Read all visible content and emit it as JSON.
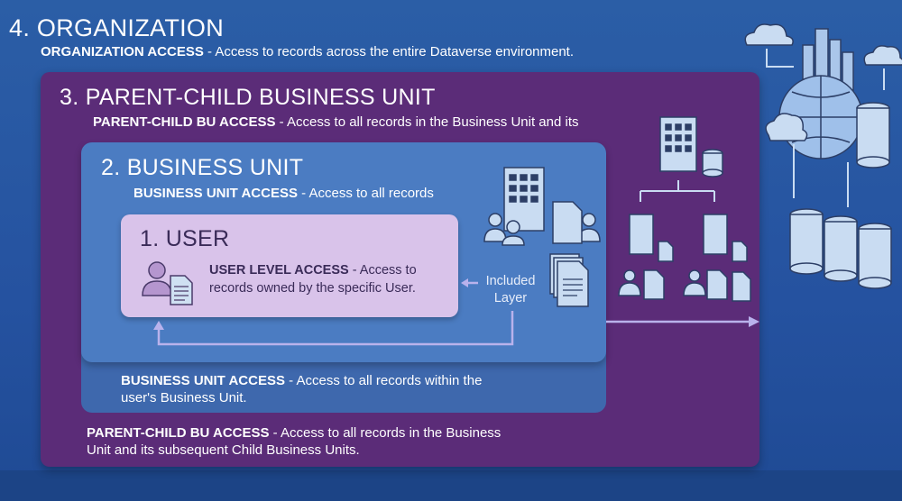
{
  "organization": {
    "title": "4.  ORGANIZATION",
    "access_label": "ORGANIZATION ACCESS",
    "access_text": " - Access to records across the entire Dataverse environment."
  },
  "parent_child": {
    "title": "3.  PARENT-CHILD BUSINESS UNIT",
    "access_label": "PARENT-CHILD BU ACCESS",
    "access_text": " - Access to all records in the Business Unit and its",
    "bottom_label": "PARENT-CHILD BU ACCESS",
    "bottom_text_1": " - Access to all records in the Business",
    "bottom_text_2": "Unit and its subsequent Child Business Units."
  },
  "business_unit": {
    "title": "2.  BUSINESS UNIT",
    "access_label": "BUSINESS UNIT ACCESS",
    "access_text": " - Access to all records",
    "bottom_label": "BUSINESS UNIT ACCESS",
    "bottom_text_1": " - Access to all records within the",
    "bottom_text_2": "user's Business Unit."
  },
  "user": {
    "title": "1.  USER",
    "access_label": "USER LEVEL ACCESS",
    "access_text_1": " - Access to",
    "access_text_2": "records owned by the specific User."
  },
  "included_layer": {
    "line1": "Included",
    "line2": "Layer"
  },
  "colors": {
    "background": "#2b5ea6",
    "purple": "#5b2c78",
    "business_unit": "#4b7cc2",
    "user": "#d9c3ea",
    "icon_fill": "#c9dcf2"
  }
}
